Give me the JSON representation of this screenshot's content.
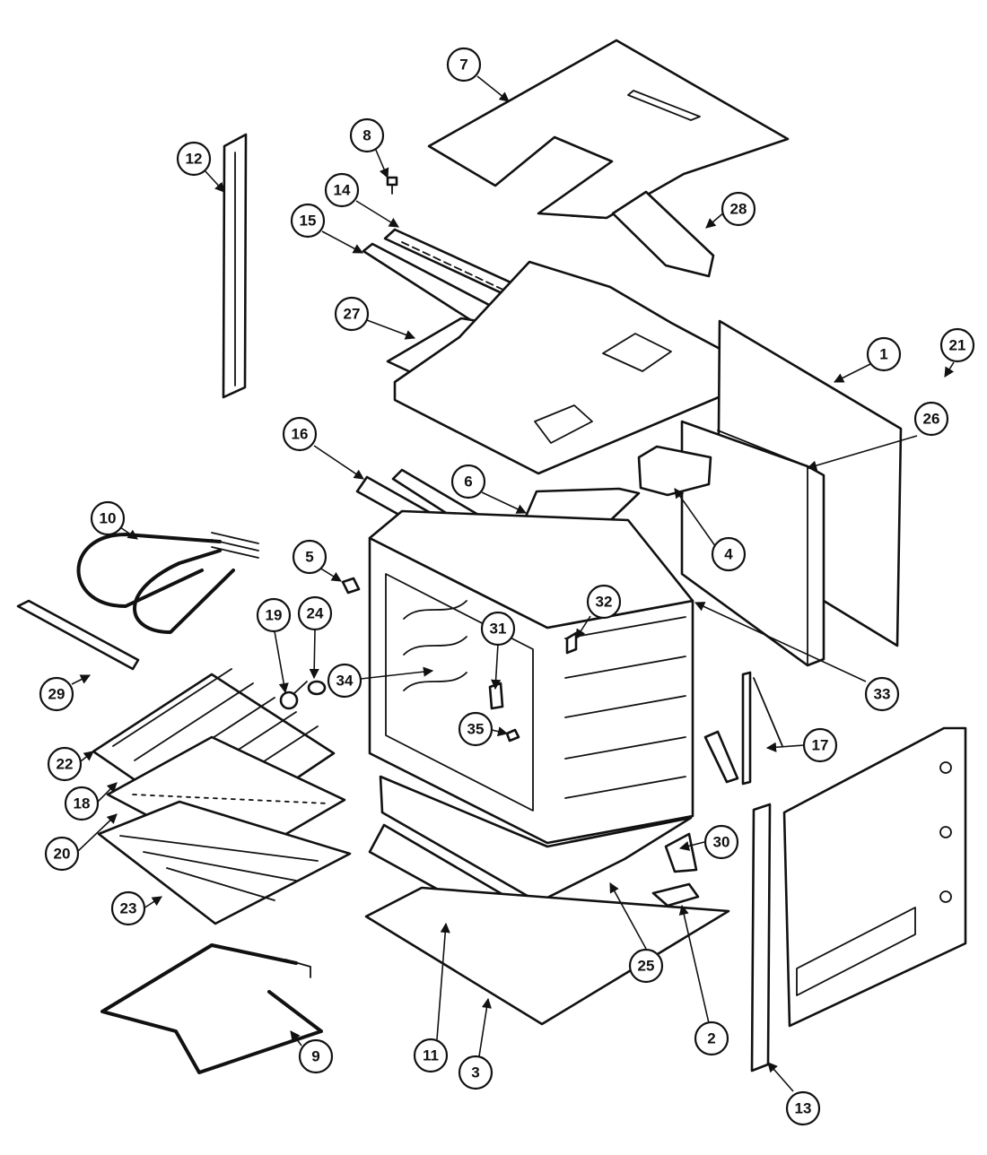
{
  "callouts": [
    "1",
    "2",
    "3",
    "4",
    "5",
    "6",
    "7",
    "8",
    "9",
    "10",
    "11",
    "12",
    "13",
    "14",
    "15",
    "16",
    "17",
    "18",
    "19",
    "20",
    "21",
    "22",
    "23",
    "24",
    "25",
    "26",
    "27",
    "28",
    "29",
    "30",
    "31",
    "32",
    "33",
    "34",
    "35"
  ],
  "line_color": "#111111",
  "background": "#ffffff"
}
